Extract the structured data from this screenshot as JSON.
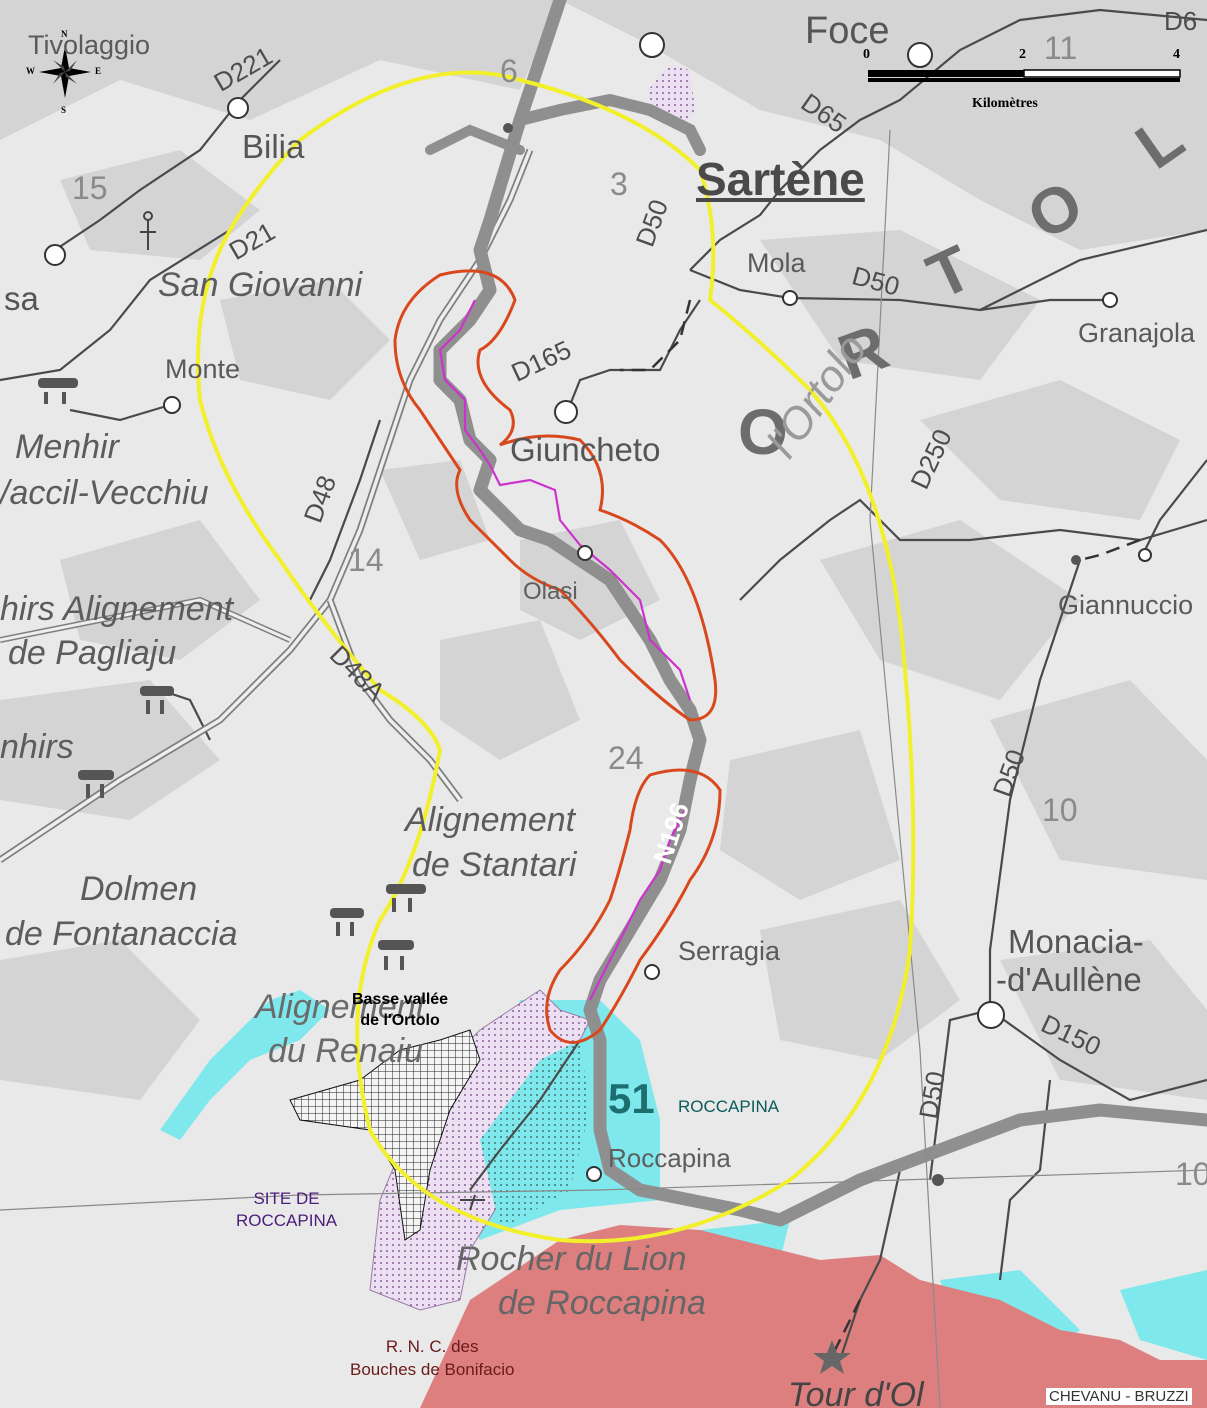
{
  "map": {
    "towns": {
      "sartene": "Sartène",
      "foce": "Foce",
      "tivolaggio": "Tivolaggio",
      "bilia": "Bilia",
      "san_giovanni": "San Giovanni",
      "monte": "Monte",
      "mola": "Mola",
      "granajola": "Granajola",
      "giuncheto": "Giuncheto",
      "olasi": "Olasi",
      "giannuccio": "Giannuccio",
      "serragia": "Serragia",
      "monacia_1": "Monacia-",
      "monacia_2": "-d'Aullène",
      "roccapina": "Roccapina",
      "sa": "sa"
    },
    "sites": {
      "menhir_1": "Menhir",
      "menhir_2": "/accil-Vecchiu",
      "alignement_pagliaju_1": "hirs Alignement",
      "alignement_pagliaju_2": "de Pagliaju",
      "menhirs": "nhirs",
      "alignement_stantari_1": "Alignement",
      "alignement_stantari_2": "de Stantari",
      "dolmen_1": "Dolmen",
      "dolmen_2": "de Fontanaccia",
      "alignement_rinaiu_1": "Alignement",
      "alignement_rinaiu_2": "du Renaiu",
      "rocher_1": "Rocher du Lion",
      "rocher_2": "de Roccapina",
      "tour": "Tour d'Ol"
    },
    "river": "l'Ortolo",
    "ortolo_letters": [
      "O",
      "R",
      "T",
      "O",
      "L"
    ],
    "roads": {
      "d221": "D221",
      "d21": "D21",
      "d65": "D65",
      "d50a": "D50",
      "d50b": "D50",
      "d50c": "D50",
      "d50d": "D50",
      "d165": "D165",
      "d250": "D250",
      "d48": "D48",
      "d48a": "D48A",
      "n196": "N196",
      "d150": "D150",
      "d6": "D6"
    },
    "grid_numbers": {
      "n15": "15",
      "n6": "6",
      "n3": "3",
      "n11": "11",
      "n14": "14",
      "n24": "24",
      "n10": "10",
      "n10b": "10"
    },
    "zones": {
      "basse_vallee_1": "Basse vallée",
      "basse_vallee_2": "de l'Ortolo",
      "site_1": "SITE DE",
      "site_2": "ROCCAPINA",
      "zone_num": "51",
      "zone_name": "ROCCAPINA",
      "rnc_1": "R. N. C. des",
      "rnc_2": "Bouches de Bonifacio"
    },
    "credit": "CHEVANU - BRUZZI"
  },
  "scale_bar": {
    "ticks": [
      "0",
      "2",
      "4"
    ],
    "unit": "Kilomètres"
  },
  "compass": {
    "n": "N",
    "s": "S",
    "e": "E",
    "w": "W"
  },
  "colors": {
    "land": "#e9e9e9",
    "relief": "#d2d2d2",
    "sea_red": "#dd7f7f",
    "shallow_water": "#7fe8ec",
    "study_area": "#f2ef2b",
    "buffer": "#d9481c",
    "river": "#cc33cc",
    "main_road": "#8f8f8f",
    "zone_dotted": "#c9a5d9"
  }
}
